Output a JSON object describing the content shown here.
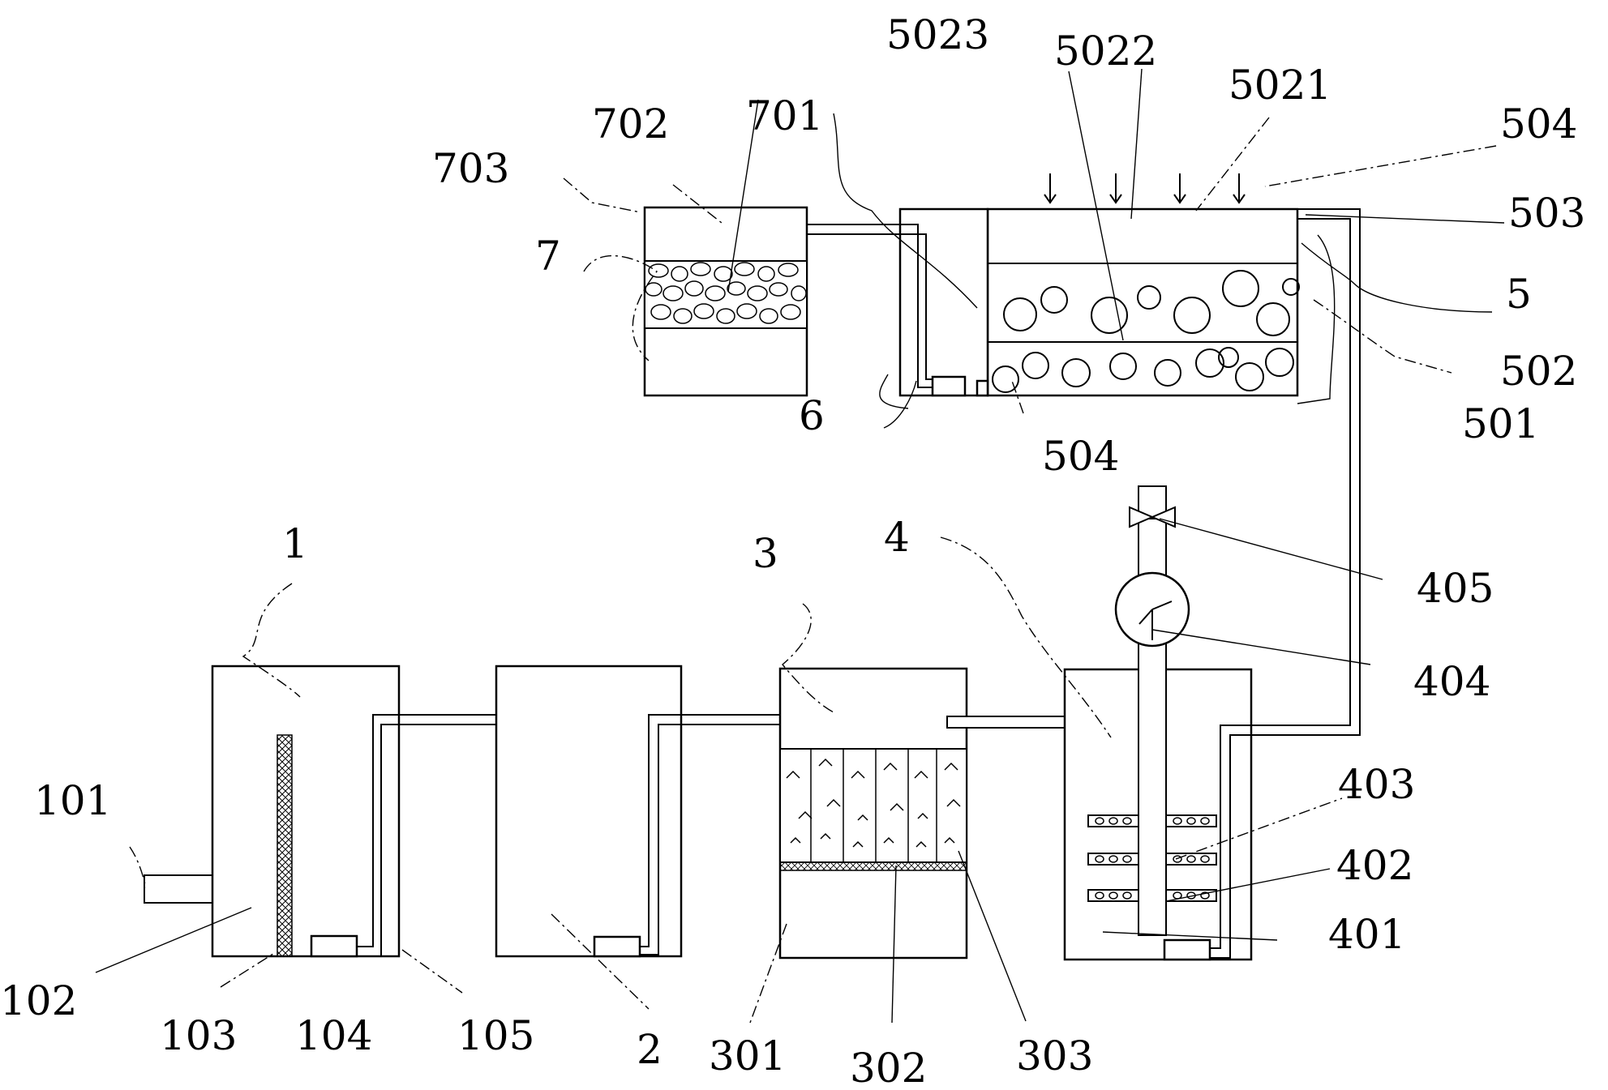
{
  "labels": {
    "tank1": "1",
    "inlet_pipe": "101",
    "tank1_chamber": "102",
    "screen": "103",
    "pump1": "104",
    "pipe1": "105",
    "tank2": "2",
    "tank3": "3",
    "tank3_lower": "301",
    "mesh": "302",
    "filter_media": "303",
    "tank4": "4",
    "pump4": "401",
    "riser": "402",
    "aerator": "403",
    "meter": "404",
    "valve": "405",
    "unit5": "5",
    "u501": "501",
    "u502": "502",
    "u503": "503",
    "u504_top": "504",
    "u504_bottom": "504",
    "u5021": "5021",
    "u5022": "5022",
    "u5023": "5023",
    "unit6": "6",
    "unit7": "7",
    "u701": "701",
    "u702": "702",
    "u703": "703"
  }
}
